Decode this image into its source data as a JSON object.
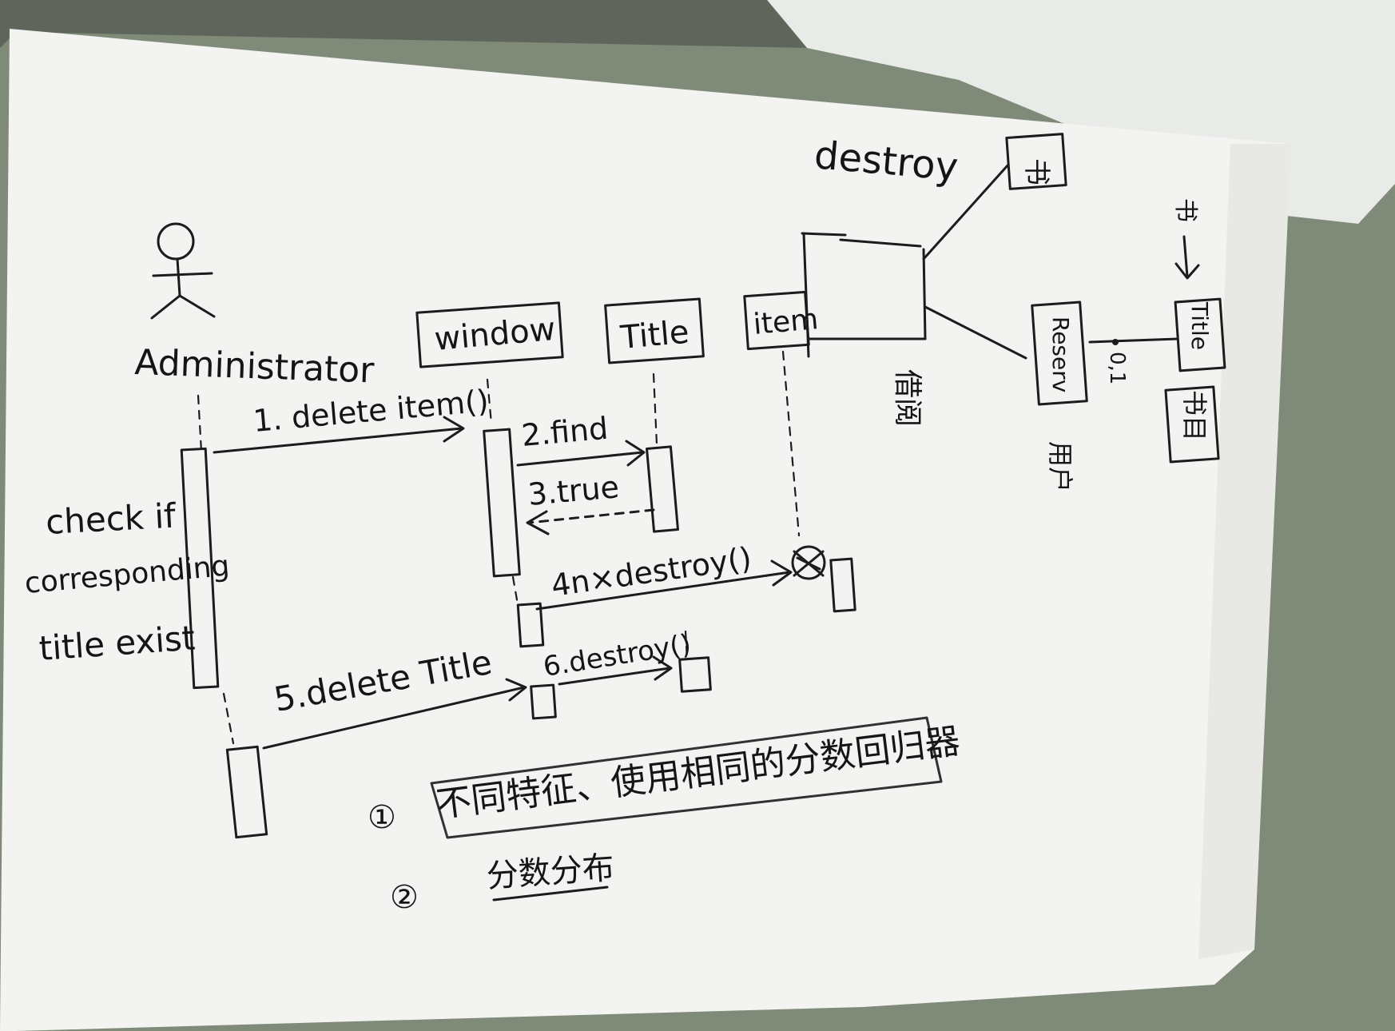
{
  "scene": {
    "background_color": "#7f8a78",
    "paper_color": "#f3f3f1",
    "back_paper_color": "#e9ebe9",
    "ink_color": "#1c1c1c"
  },
  "sequence_diagram": {
    "actor": {
      "label": "Administrator",
      "icon": "stick-figure-icon"
    },
    "lifelines": [
      {
        "label": "window"
      },
      {
        "label": "Title"
      },
      {
        "label": "item"
      }
    ],
    "messages": [
      {
        "label": "1. delete item()"
      },
      {
        "label": "2.find"
      },
      {
        "label": "3.true"
      },
      {
        "label": "4n×destroy()"
      },
      {
        "label": "5.delete Title"
      },
      {
        "label": "6.destroy()"
      }
    ],
    "note": [
      "check if",
      "corresponding",
      "title exist"
    ]
  },
  "side_sketch": {
    "destroy_label": "destroy",
    "box_top": "书",
    "title_box": "Title",
    "reserv_box": "Reserv",
    "multiplicity": "0,1",
    "book_box": "书目",
    "user_label": "用户",
    "borrow_label": "借阅",
    "arrow_label": "书"
  },
  "notes": [
    {
      "number": "①",
      "text": "不同特征、使用相同的分数回归器"
    },
    {
      "number": "②",
      "text": "分数分布"
    }
  ]
}
